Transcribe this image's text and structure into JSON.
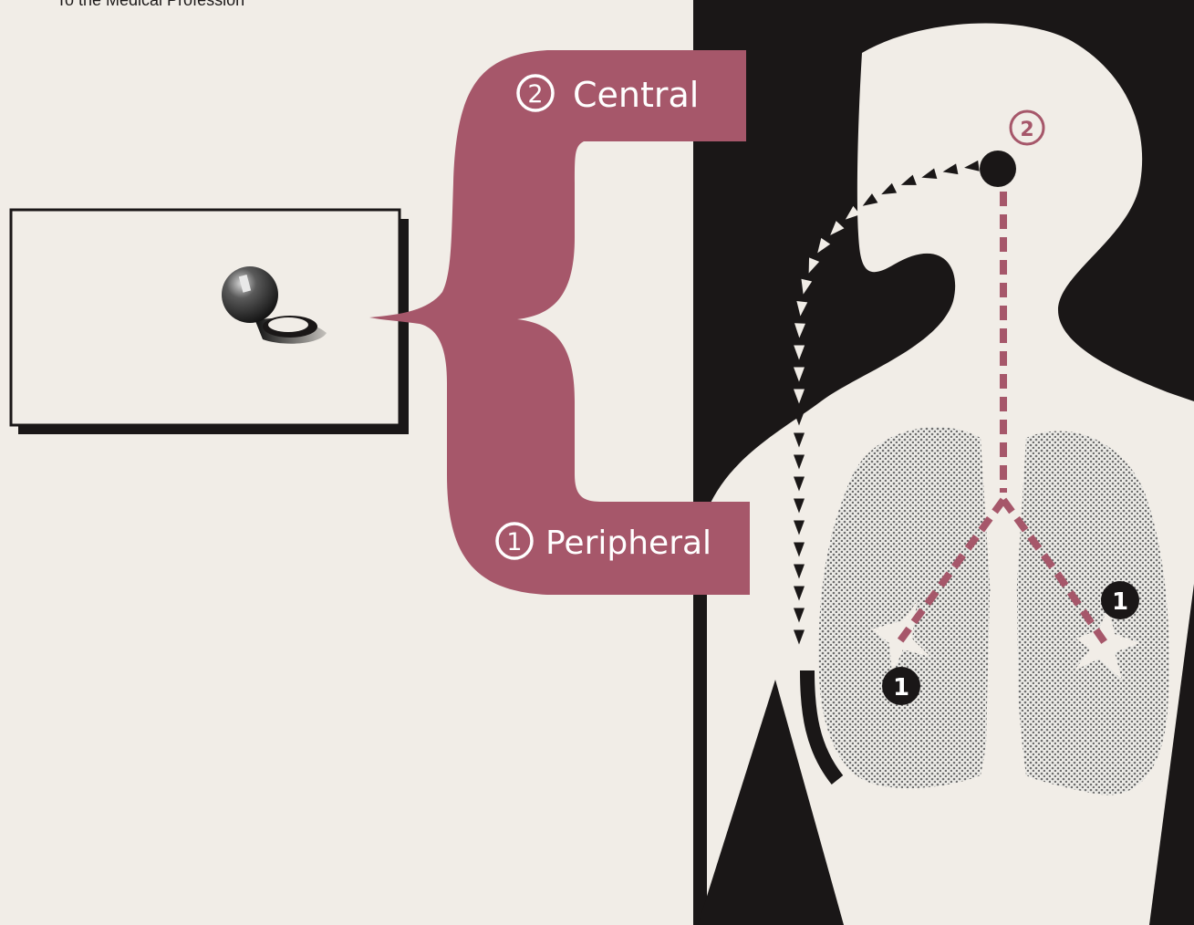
{
  "top_caption": "To the Medical Profession",
  "labels": {
    "central": {
      "number": "2",
      "text": "Central"
    },
    "peripheral": {
      "number": "1",
      "text": "Peripheral"
    }
  },
  "markers": {
    "central_head": "2",
    "peripheral_left": "1",
    "peripheral_right": "1"
  },
  "colors": {
    "background": "#f1ede7",
    "black": "#1a1717",
    "mauve": "#a6576a",
    "lung_dots": "#6e6e6e"
  }
}
